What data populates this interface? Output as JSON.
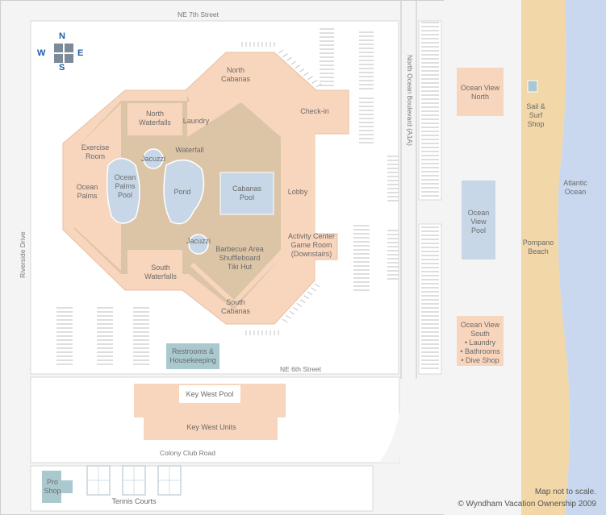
{
  "streets": {
    "ne7": "NE 7th Street",
    "ne6": "NE 6th Street",
    "colony": "Colony Club Road",
    "riverside": "Riverside Drive",
    "ocean_blvd": "North Ocean Boulevard (A1A)"
  },
  "compass": {
    "n": "N",
    "s": "S",
    "e": "E",
    "w": "W"
  },
  "labels": {
    "north_cabanas": "North\nCabanas",
    "checkin": "Check-in",
    "north_waterfalls": "North\nWaterfalls",
    "laundry": "Laundry",
    "exercise_room": "Exercise\nRoom",
    "jacuzzi_top": "Jacuzzi",
    "waterfall": "Waterfall",
    "ocean_palms": "Ocean\nPalms",
    "ocean_palms_pool": "Ocean\nPalms\nPool",
    "pond": "Pond",
    "cabanas_pool": "Cabanas\nPool",
    "lobby": "Lobby",
    "jacuzzi_bottom": "Jacuzzi",
    "activity_center": "Activity Center\nGame Room\n(Downstairs)",
    "bbq": "Barbecue Area\nShuffleboard\nTiki Hut",
    "south_waterfalls": "South\nWaterfalls",
    "south_cabanas": "South\nCabanas",
    "restrooms": "Restrooms &\nHousekeeping",
    "key_west_pool": "Key West Pool",
    "key_west_units": "Key West Units",
    "pro_shop": "Pro\nShop",
    "tennis_courts": "Tennis Courts",
    "ocean_view_north": "Ocean View\nNorth",
    "ocean_view_pool": "Ocean\nView\nPool",
    "ocean_view_south": "Ocean View\nSouth\n• Laundry\n• Bathrooms\n• Dive Shop",
    "sail_surf": "Sail &\nSurf\nShop",
    "atlantic": "Atlantic\nOcean",
    "pompano": "Pompano\nBeach"
  },
  "footer": {
    "scale_note": "Map not to scale.",
    "copyright": "© Wyndham Vacation Ownership 2009"
  },
  "colors": {
    "building": "#f8d5bd",
    "courtyard": "#dcc5a6",
    "pool": "#c7d7e8",
    "beach": "#f2d7a8",
    "ocean": "#c9d8ee",
    "service": "#a9c9cf",
    "compass": "#1a5fa8"
  }
}
